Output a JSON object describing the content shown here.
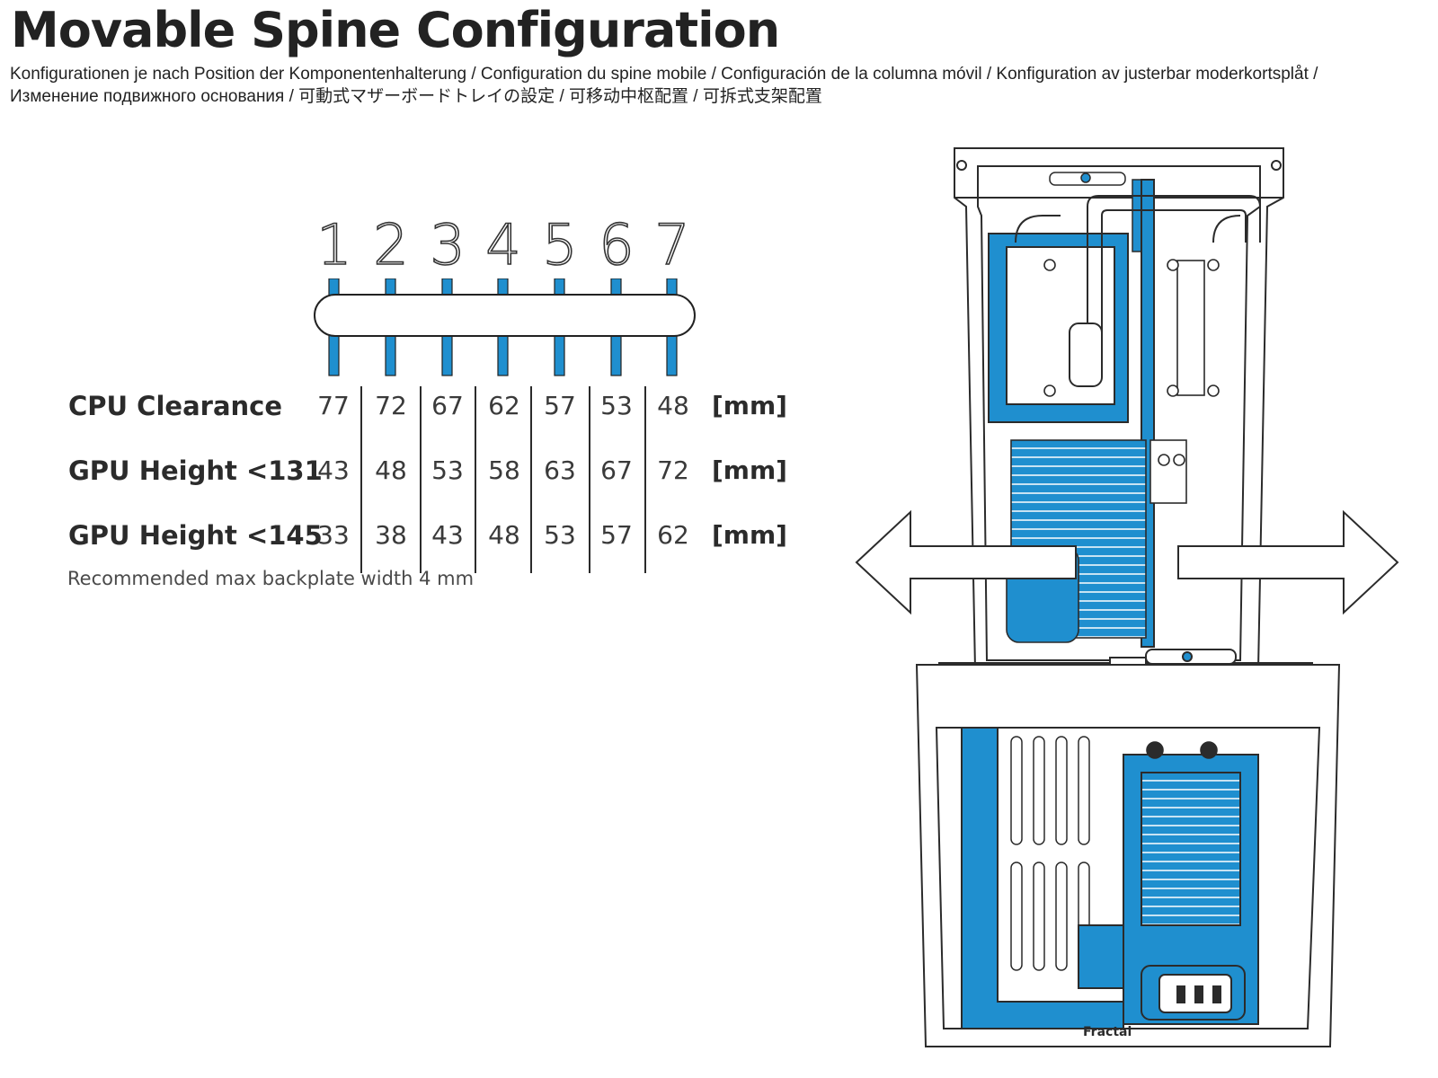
{
  "header": {
    "title": "Movable Spine Configuration",
    "subtitle_line1": "Konfigurationen je nach Position der Komponentenhalterung / Configuration du spine mobile / Configuración de la columna móvil / Konfiguration av justerbar moderkortsplåt /",
    "subtitle_line2": "Изменение подвижного основания / 可動式マザーボードトレイの設定 / 可移动中枢配置 / 可拆式支架配置"
  },
  "positions": [
    "1",
    "2",
    "3",
    "4",
    "5",
    "6",
    "7"
  ],
  "table": {
    "rows": [
      {
        "label": "CPU Clearance",
        "values": [
          "77",
          "72",
          "67",
          "62",
          "57",
          "53",
          "48"
        ],
        "unit": "[mm]"
      },
      {
        "label": "GPU Height <131",
        "values": [
          "43",
          "48",
          "53",
          "58",
          "63",
          "67",
          "72"
        ],
        "unit": "[mm]"
      },
      {
        "label": "GPU Height <145",
        "values": [
          "33",
          "38",
          "43",
          "48",
          "53",
          "57",
          "62"
        ],
        "unit": "[mm]"
      }
    ]
  },
  "note": "Recommended max backplate width 4 mm",
  "colors": {
    "accent": "#1f8fcf",
    "ink": "#2b2b2b",
    "background": "#ffffff"
  },
  "illustration": {
    "logo_text": "Fractal",
    "arrows": [
      "arrow-left-icon",
      "arrow-right-icon"
    ]
  }
}
